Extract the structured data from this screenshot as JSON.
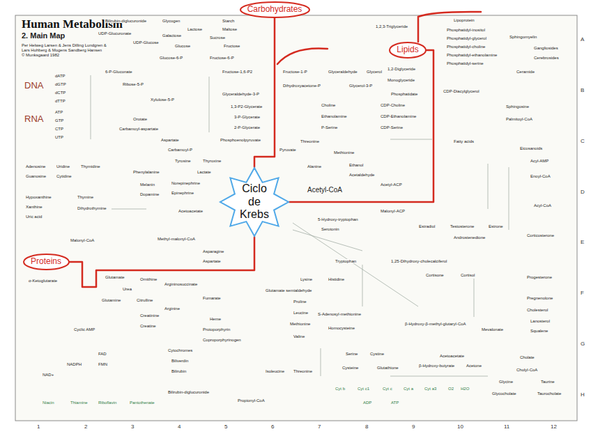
{
  "diagram": {
    "title": "Human Metabolism",
    "nodes": [
      {
        "text": [
          "Carbohydrates"
        ]
      },
      {
        "text": [
          "Lipids"
        ]
      },
      {
        "text": [
          "Ciclo de Krebs"
        ]
      },
      {
        "text": [
          "Proteins"
        ]
      }
    ],
    "edges": [
      {
        "from": 0,
        "to": 2,
        "arrow": "none"
      },
      {
        "from": 1,
        "to": 2,
        "arrow": "none"
      },
      {
        "from": 3,
        "to": 2,
        "arrow": "none"
      }
    ],
    "labels": [
      "2. Main Map",
      "Per Helweg Larsen & Jens Dilling Lundgren &",
      "Lars Hohberg & Mogens Sandberg Hansen",
      "© Munksgaard 1982",
      "Bilirubin-diglucuronide",
      "Glycogen",
      "Starch",
      "Lactose",
      "Maltose",
      "UDP-Glucuronate",
      "UDP-Glucose",
      "Galactose",
      "Sucrose",
      "Glucose",
      "Fructose",
      "Glucose-6-P",
      "Fructose-6-P",
      "Fructose-1-P",
      "Fructose-1,6-P2",
      "6-P-Gluconate",
      "Ribose-5-P",
      "Xylulose-5-P",
      "Dihydroxyacetone-P",
      "Glyceraldehyde-3-P",
      "Glyceraldehyde",
      "Glycerol",
      "Glycerol-3-P",
      "Phosphatidate",
      "1,3-P2-Glycerate",
      "3-P-Glycerate",
      "2-P-Glycerate",
      "Choline",
      "Ethanolamine",
      "P-Serine",
      "CDP-Choline",
      "CDP-Ethanolamine",
      "CDP-Serine",
      "1,2,3-Triglyceride",
      "1,2-Diglyceride",
      "Monoglyceride",
      "Lipoprotein",
      "Phosphatidyl-inositol",
      "Phosphatidyl-glycerol",
      "Phosphatidyl-choline",
      "Phosphatidyl-ethanolamine",
      "Phosphatidyl-serine",
      "Sphingomyelin",
      "Gangliosides",
      "Cerebrosides",
      "Ceramide",
      "CDP-Diacylglycerol",
      "Sphingosine",
      "Palmitoyl-CoA",
      "Fatty acids",
      "Eicosanoids",
      "DNA",
      "dATP",
      "dGTP",
      "dCTP",
      "dTTP",
      "RNA",
      "ATP",
      "GTP",
      "CTP",
      "UTP",
      "Orotate",
      "Carbamoyl-aspartate",
      "Aspartate",
      "Carbamoyl-P",
      "Phosphoenolpyruvate",
      "Pyruvate",
      "Lactate",
      "Alanine",
      "Threonine",
      "Methionine",
      "Phenylalanine",
      "Tyrosine",
      "Thyroxine",
      "Melanin",
      "Norepinephrine",
      "Epinephrine",
      "Dopamine",
      "Acetoacetate",
      "Methyl-malonyl-CoA",
      "Adenosine",
      "Guanosine",
      "Uridine",
      "Cytidine",
      "Thymidine",
      "Hypoxanthine",
      "Xanthine",
      "Uric acid",
      "Thymine",
      "Dihydrothymine",
      "Malonyl-CoA",
      "Acetyl-CoA",
      "Ethanol",
      "Acetaldehyde",
      "Acetyl-ACP",
      "Malonyl-ACP",
      "Acyl-AMP",
      "Enoyl-CoA",
      "Acyl-CoA",
      "5-Hydroxy-tryptophan",
      "Serotonin",
      "Estradiol",
      "Testosterone",
      "Estrone",
      "Androstenedione",
      "Corticosterone",
      "Aspartate",
      "Asparagine",
      "Glutamate",
      "α-Ketoglutarate",
      "Ornithine",
      "Urea",
      "Argininosuccinate",
      "Citrulline",
      "Arginine",
      "Fumarate",
      "Glutamine",
      "Tryptophan",
      "Lysine",
      "Histidine",
      "Proline",
      "Glutamate semialdehyde",
      "1,25-Dihydroxy-cholecalciferol",
      "Cortisone",
      "Cortisol",
      "Progesterone",
      "Pregnenolone",
      "Cholesterol",
      "Lanosterol",
      "Squalene",
      "Mevalonate",
      "β-Hydroxy-β-methyl-glutaryl-CoA",
      "Creatinine",
      "Creatine",
      "Heme",
      "Protoporphyrin",
      "Coproporphyrinogen",
      "Cytochromes",
      "Cyclic AMP",
      "FAD",
      "NADPH",
      "FMN",
      "NAD+",
      "Niacin",
      "Thiamine",
      "Riboflavin",
      "Pantothenate",
      "Biliverdin",
      "Bilirubin",
      "Bilirubin-diglucuronide",
      "S-Adenosyl-methionine",
      "Homocysteine",
      "Methionine",
      "Valine",
      "Leucine",
      "Isoleucine",
      "Threonine",
      "Propionyl-CoA",
      "Serine",
      "Cysteine",
      "Cystine",
      "Glutathione",
      "Acetoacetate",
      "Acetone",
      "β-Hydroxy-butyrate",
      "Cholate",
      "Cholyl-CoA",
      "Glycine",
      "Taurine",
      "Glycocholate",
      "Taurocholate",
      "Cyt b",
      "Cyt c1",
      "Cyt c",
      "Cyt a",
      "Cyt a3",
      "O2",
      "H2O",
      "ADP",
      "ATP",
      "1",
      "2",
      "3",
      "4",
      "5",
      "6",
      "7",
      "8",
      "9",
      "10",
      "11",
      "12",
      "A",
      "B",
      "C",
      "D",
      "E",
      "F",
      "G",
      "H"
    ]
  }
}
